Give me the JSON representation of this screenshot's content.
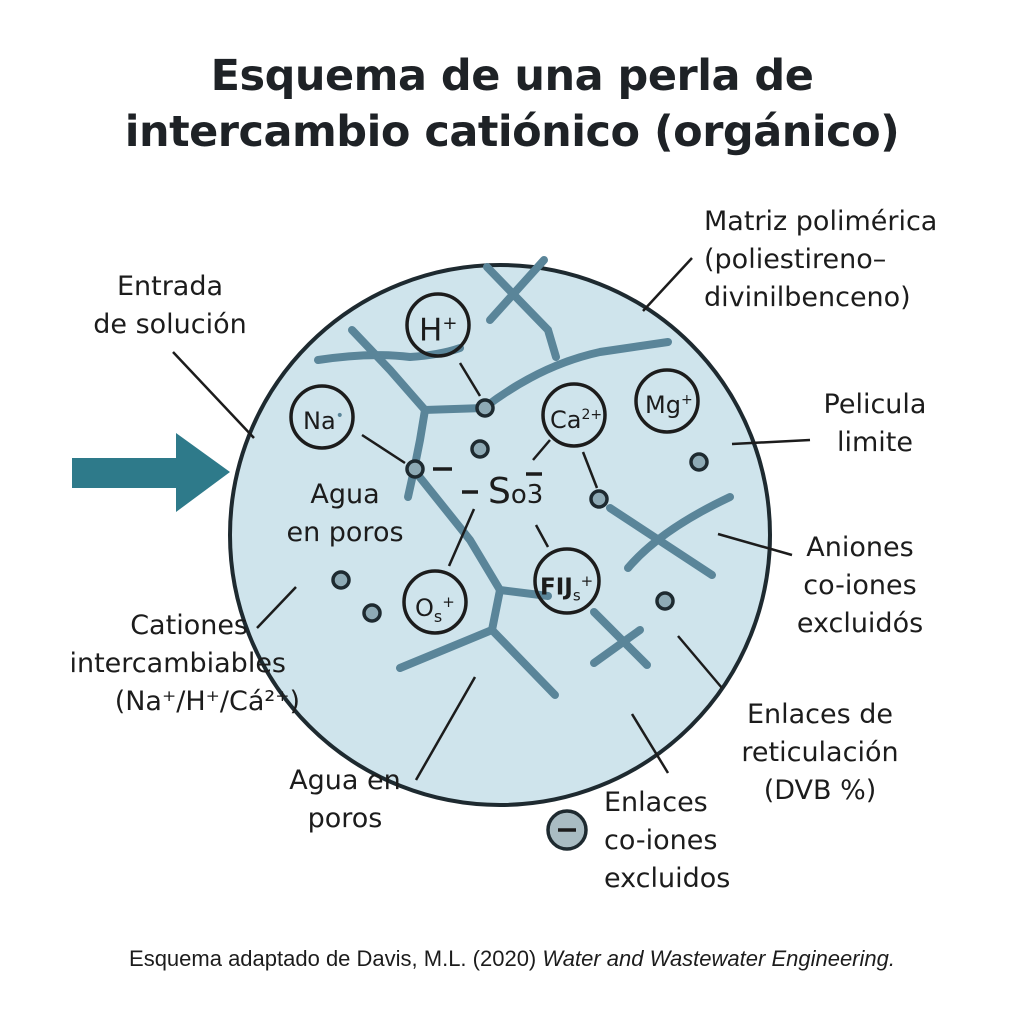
{
  "title": {
    "line1": "Esquema de una perla de",
    "line2": "intercambio catiónico (orgánico)"
  },
  "colors": {
    "bead_fill": "#cfe4ec",
    "bead_stroke": "#1e2a30",
    "polymer_chain": "#5a8599",
    "arrow": "#2e7a8a",
    "site_dot_fill": "#8eaab5",
    "text": "#1c1c1c"
  },
  "labels": {
    "entrada": {
      "line1": "Entrada",
      "line2": "de solución"
    },
    "matriz": {
      "line1": "Matriz polimérica",
      "line2": "(poliestireno–",
      "line3": "divinilbenceno)"
    },
    "pelicula": {
      "line1": "Pelicula",
      "line2": "limite"
    },
    "aniones": {
      "line1": "Aniones",
      "line2": "co-iones",
      "line3": "excluidós"
    },
    "enlaces_reticulacion": {
      "line1": "Enlaces de",
      "line2": "reticulación",
      "line3": "(DVB %)"
    },
    "enlaces_coiones": {
      "line1": "Enlaces",
      "line2": "co-iones",
      "line3": "excluidos"
    },
    "agua_poros_bottom": {
      "line1": "Agua en",
      "line2": "poros"
    },
    "cationes": {
      "line1": "Cationes",
      "line2": "intercambiables",
      "line3": "(Na⁺/H⁺/Cá²⁺)"
    },
    "agua_poros_inner": {
      "line1": "Agua",
      "line2": "en poros"
    }
  },
  "ions": {
    "h": {
      "symbol": "H",
      "charge": "+"
    },
    "na": {
      "symbol": "Na",
      "charge": "•"
    },
    "ca": {
      "symbol": "Ca",
      "charge": "2+"
    },
    "mg": {
      "symbol": "Mg",
      "charge": "+"
    },
    "os": {
      "symbol": "O",
      "sub": "s",
      "charge": "+"
    },
    "flj": {
      "symbol": "FIJ",
      "sub": "s",
      "charge": "+"
    }
  },
  "center_group": {
    "symbol": "S",
    "sub": "o",
    "num": "3",
    "minus": "–"
  },
  "legend": {
    "minus_symbol": "–"
  },
  "caption": {
    "plain": "Esquema adaptado de Davis, M.L. (2020) ",
    "italic": "Water and Wastewater Engineering."
  }
}
